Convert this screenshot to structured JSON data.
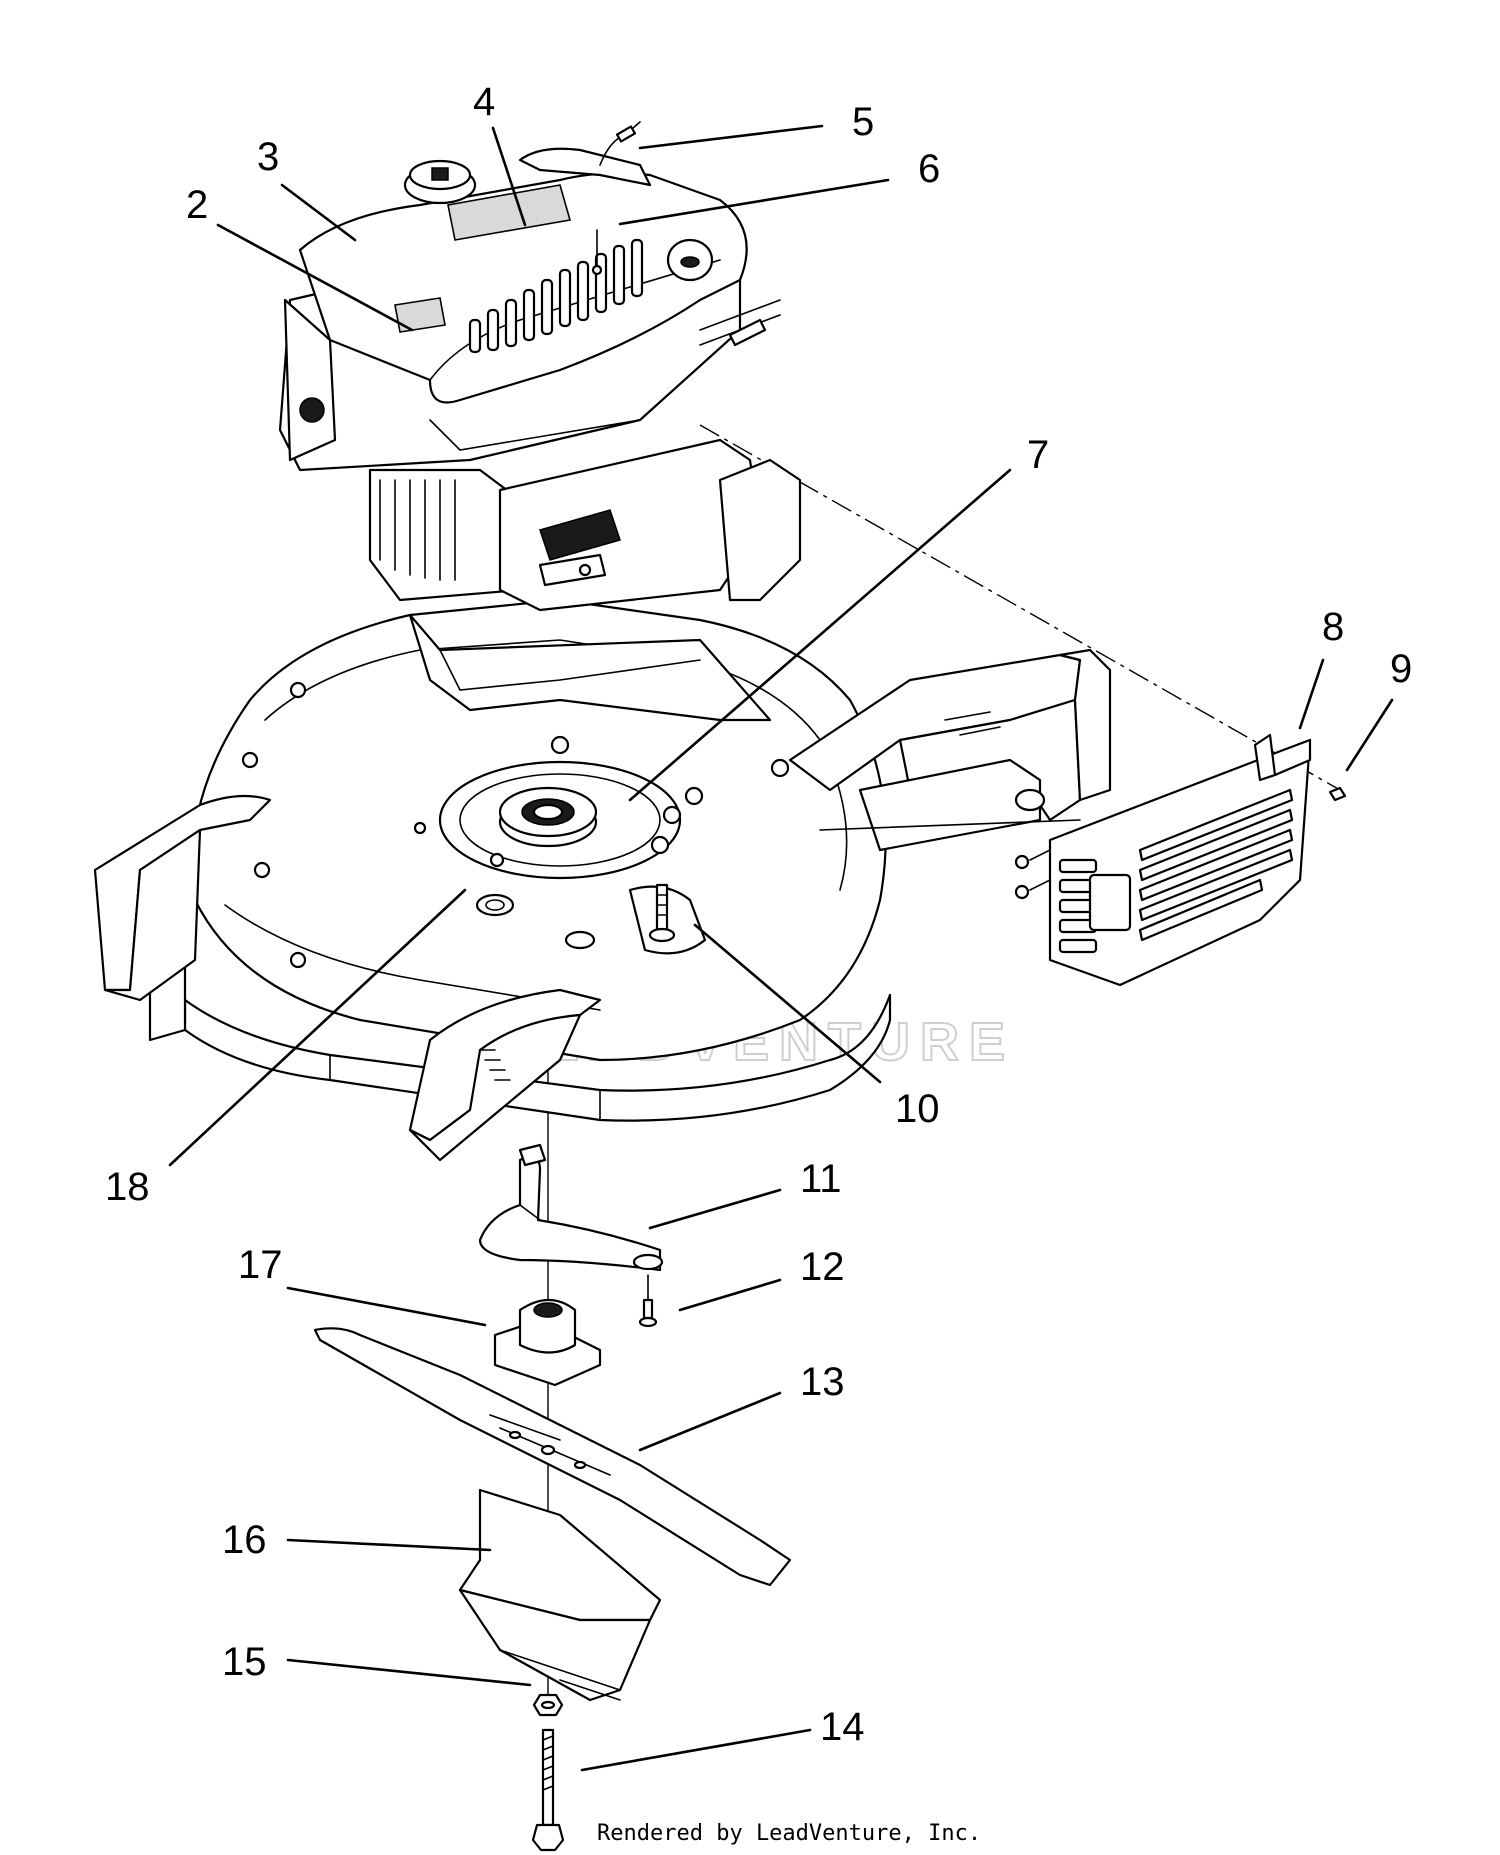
{
  "callouts": [
    "2",
    "3",
    "4",
    "5",
    "6",
    "7",
    "8",
    "9",
    "10",
    "11",
    "12",
    "13",
    "14",
    "15",
    "16",
    "17",
    "18"
  ],
  "watermark": "LEADVENTURE",
  "credit": "Rendered by LeadVenture, Inc.",
  "colors": {
    "line": "#000000",
    "background": "#ffffff",
    "watermark": "#cfcfcf"
  }
}
